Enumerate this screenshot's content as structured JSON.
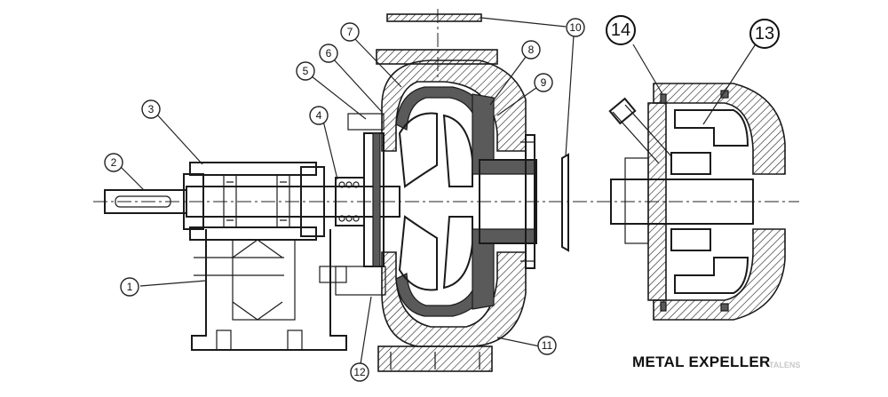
{
  "callouts": {
    "c1": "1",
    "c2": "2",
    "c3": "3",
    "c4": "4",
    "c5": "5",
    "c6": "6",
    "c7": "7",
    "c8": "8",
    "c9": "9",
    "c10": "10",
    "c11": "11",
    "c12": "12",
    "c13": "13",
    "c14": "14"
  },
  "detail_title": "METAL EXPELLER",
  "watermark": "TALENS",
  "colors": {
    "ink": "#1a1a1a",
    "rubber": "#5a5a5a",
    "background": "#ffffff"
  }
}
